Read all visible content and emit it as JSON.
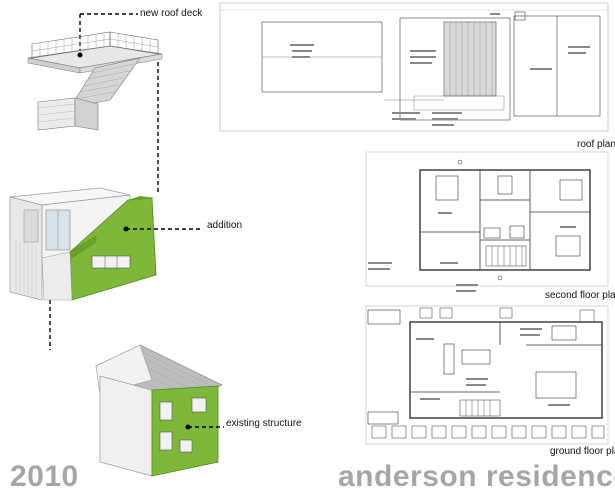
{
  "labels": {
    "roof_deck": "new roof deck",
    "addition": "addition",
    "existing": "existing structure"
  },
  "plans": {
    "roof": "roof plan",
    "second": "second floor plan",
    "ground": "ground floor plan"
  },
  "footer": {
    "year": "2010",
    "project": "anderson residence"
  },
  "colors": {
    "green": "#7db83a",
    "green_dark": "#5e9a22",
    "wall": "#f2f2f2",
    "roof": "#b9b9b9",
    "title_gray": "#a6a6a6"
  }
}
